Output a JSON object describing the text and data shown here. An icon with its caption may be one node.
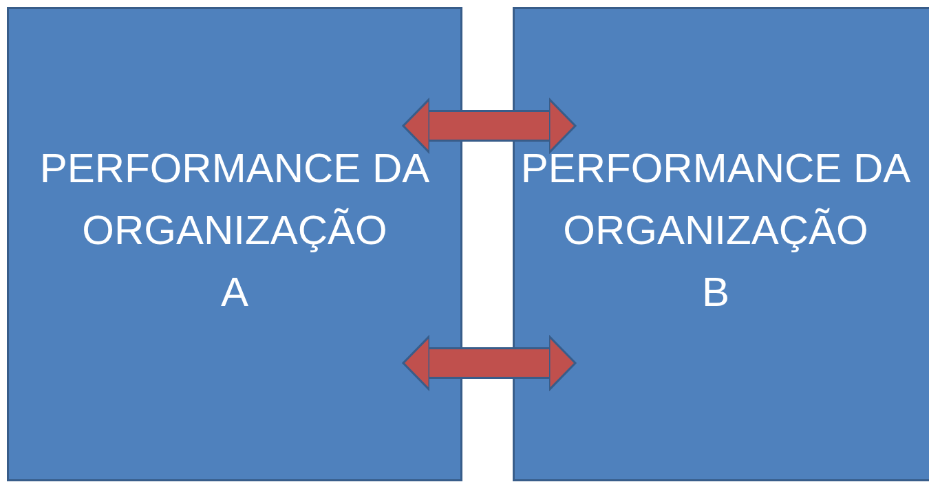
{
  "diagram": {
    "nodes": [
      {
        "text": [
          "PERFORMANCE DA ORGANIZAÇÃO",
          "A"
        ]
      },
      {
        "text": [
          "PERFORMANCE DA ORGANIZAÇÃO",
          "B"
        ]
      }
    ],
    "edges": [
      {
        "from": 0,
        "to": 1,
        "arrow": "both"
      },
      {
        "from": 0,
        "to": 1,
        "arrow": "both"
      }
    ]
  }
}
